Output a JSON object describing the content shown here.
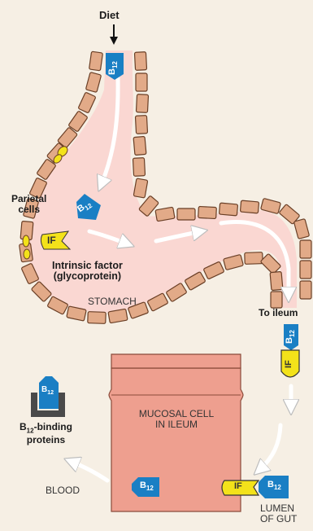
{
  "labels": {
    "diet": "Diet",
    "parietal_line1": "Parietal",
    "parietal_line2": "cells",
    "if_line1": "Intrinsic factor",
    "if_line2": "(glycoprotein)",
    "stomach": "STOMACH",
    "to_ileum": "To ileum",
    "mucosal_line1": "MUCOSAL CELL",
    "mucosal_line2": "IN ILEUM",
    "binding_prefix": "B",
    "binding_sub": "12",
    "binding_suffix": "-binding",
    "binding_line2": "proteins",
    "blood": "BLOOD",
    "lumen_line1": "LUMEN",
    "lumen_line2": "OF GUT"
  },
  "badges": {
    "b12_main": "B",
    "b12_sub": "12",
    "if": "IF"
  },
  "colors": {
    "background": "#f6efe4",
    "stomach_lumen": "#fad7d2",
    "wall_brick": "#e2aa88",
    "wall_stroke": "#6a3f26",
    "b12_blue": "#1a7fc4",
    "if_yellow": "#f3e21a",
    "cell_fill": "#ee9f8f",
    "arrow_white": "#ffffff"
  },
  "icons": [
    "down-arrow-icon",
    "flow-arrow-icon",
    "b12-badge-icon",
    "if-badge-icon",
    "binding-protein-cup-icon"
  ]
}
